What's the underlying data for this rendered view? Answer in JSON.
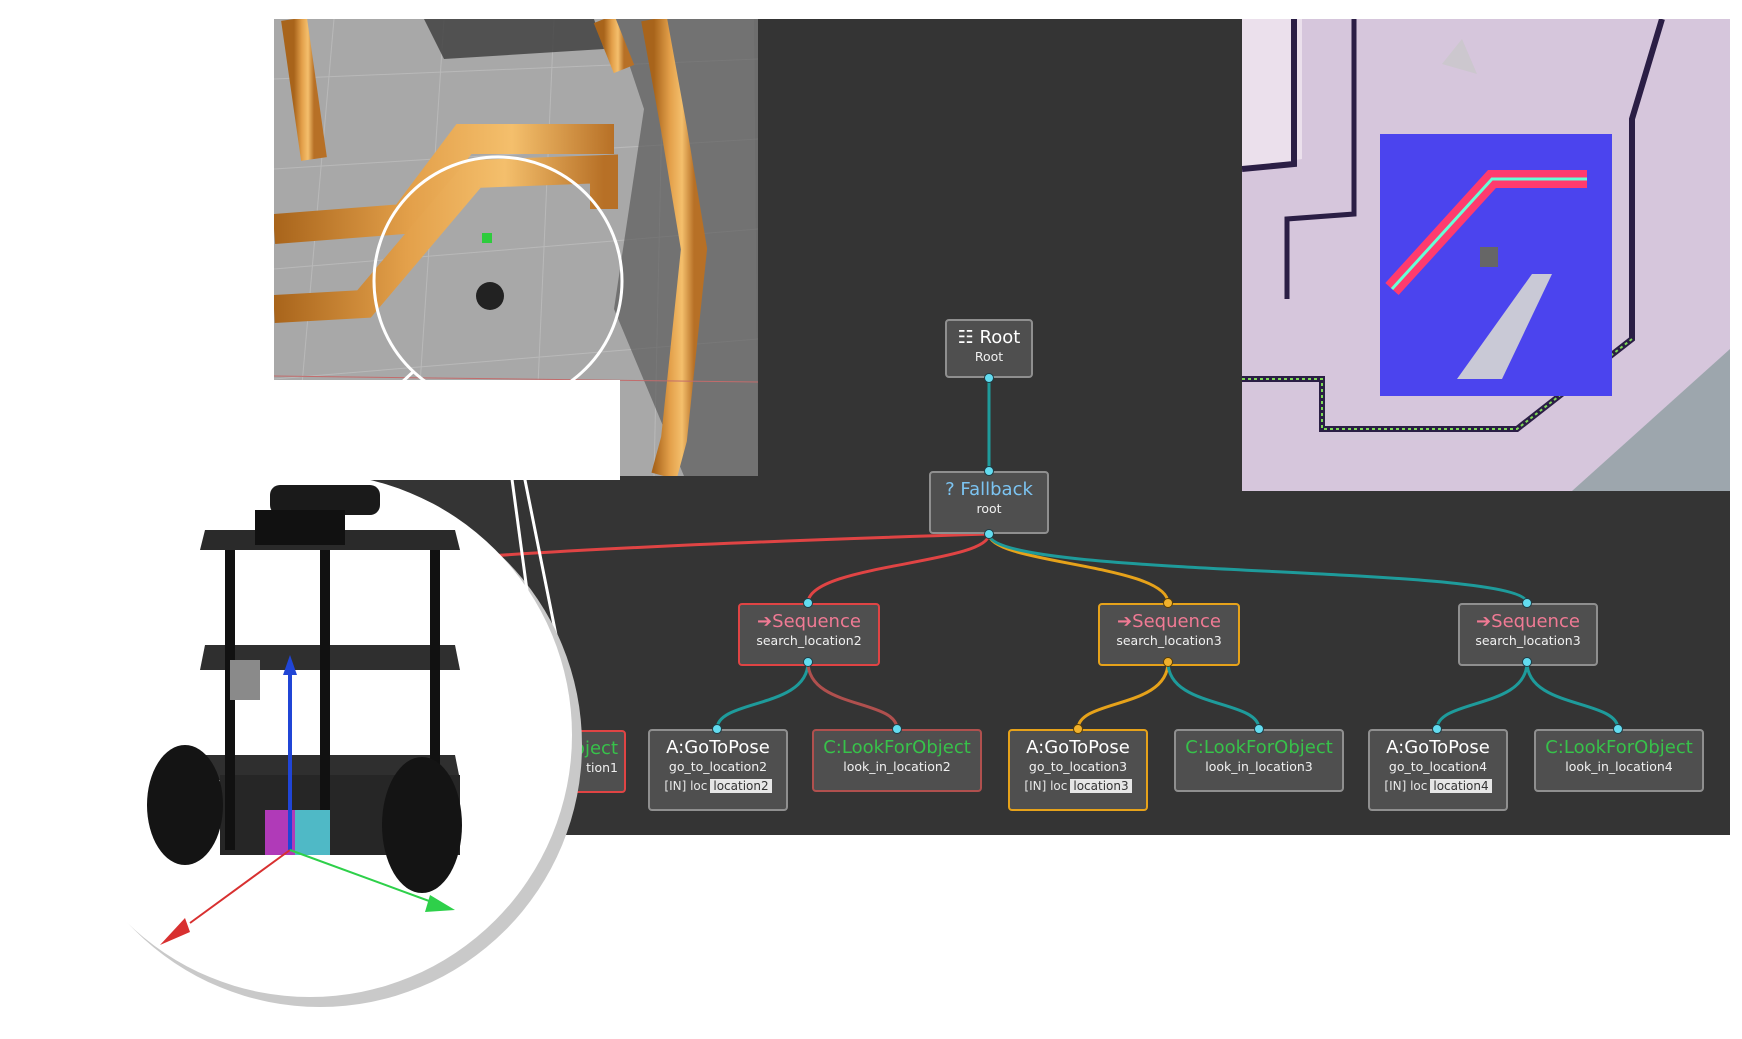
{
  "tree": {
    "root": {
      "icon": "hierarchy-icon",
      "title": "Root",
      "subtitle": "Root"
    },
    "fallback": {
      "icon": "?",
      "title": "Fallback",
      "subtitle": "root"
    },
    "sequences": [
      {
        "icon": "➔",
        "title": "Sequence",
        "subtitle": "search_location2"
      },
      {
        "icon": "➔",
        "title": "Sequence",
        "subtitle": "search_location3"
      },
      {
        "icon": "➔",
        "title": "Sequence",
        "subtitle": "search_location3"
      }
    ],
    "partial_left": {
      "title_fragment": "Object",
      "subtitle_fragment": "tion1"
    },
    "actions": [
      {
        "prefix": "A:",
        "title": "GoToPose",
        "subtitle": "go_to_location2",
        "port_label": "[IN] loc",
        "port_value": "location2"
      },
      {
        "prefix": "C:",
        "title": "LookForObject",
        "subtitle": "look_in_location2"
      },
      {
        "prefix": "A:",
        "title": "GoToPose",
        "subtitle": "go_to_location3",
        "port_label": "[IN] loc",
        "port_value": "location3"
      },
      {
        "prefix": "C:",
        "title": "LookForObject",
        "subtitle": "look_in_location3"
      },
      {
        "prefix": "A:",
        "title": "GoToPose",
        "subtitle": "go_to_location4",
        "port_label": "[IN] loc",
        "port_value": "location4"
      },
      {
        "prefix": "C:",
        "title": "LookForObject",
        "subtitle": "look_in_location4"
      }
    ]
  },
  "colors": {
    "editor_bg": "#343434",
    "node_bg": "#4f4f4f",
    "node_border": "#8f8f8f",
    "failure": "#e04444",
    "running": "#e6a21a",
    "idle_edge": "#1e9b9b",
    "port": "#63dcf0",
    "sequence_text": "#f07a94",
    "fallback_text": "#7cc4f2",
    "condition_text": "#37c24a"
  },
  "views": {
    "simulation": "gazebo-maze-view",
    "costmap": "navigation-costmap-view",
    "robot_inset": "turtlebot-model-zoom"
  }
}
